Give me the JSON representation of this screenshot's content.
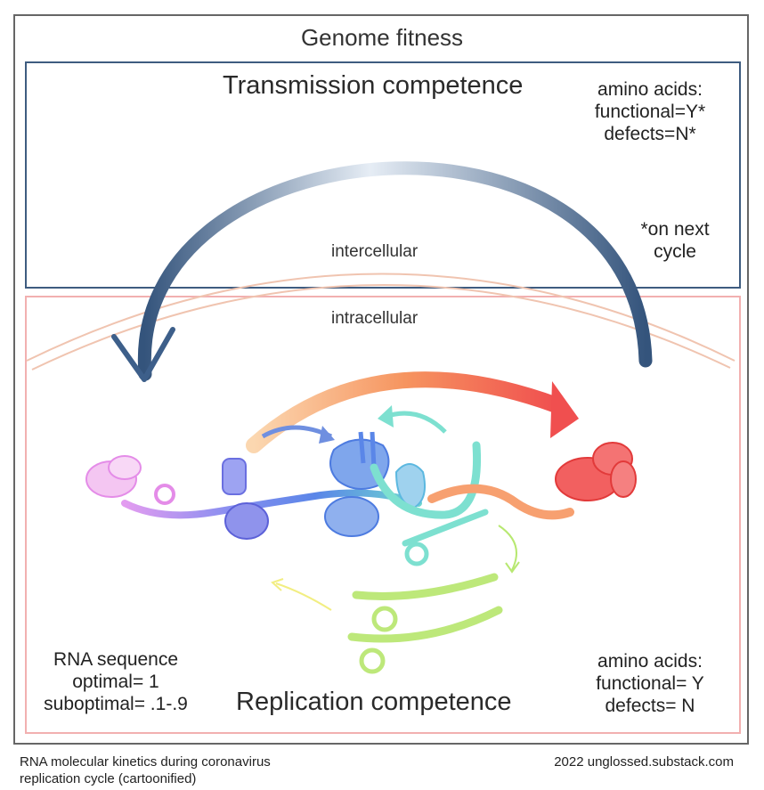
{
  "title": "Genome fitness",
  "transmission": {
    "title": "Transmission competence",
    "amino_heading": "amino acids:",
    "functional": "functional=Y*",
    "defects": "defects=N*",
    "footnote_line1": "*on next",
    "footnote_line2": "cycle"
  },
  "boundary": {
    "inter": "intercellular",
    "intra": "intracellular"
  },
  "replication": {
    "title": "Replication competence",
    "rna_heading": "RNA sequence",
    "optimal": "optimal= 1",
    "suboptimal": "suboptimal= .1-.9",
    "amino_heading": "amino acids:",
    "functional": "functional= Y",
    "defects": "defects= N"
  },
  "caption": {
    "left_line1": "RNA molecular kinetics during coronavirus",
    "left_line2": "replication cycle (cartoonified)",
    "right": "2022 unglossed.substack.com"
  },
  "colors": {
    "transmission_border": "#3e5c80",
    "replication_border": "#f2b0b0",
    "arrow_blue": "#3d5f8a",
    "arrow_red": "#f05555",
    "arrow_orange": "#f7a070"
  }
}
